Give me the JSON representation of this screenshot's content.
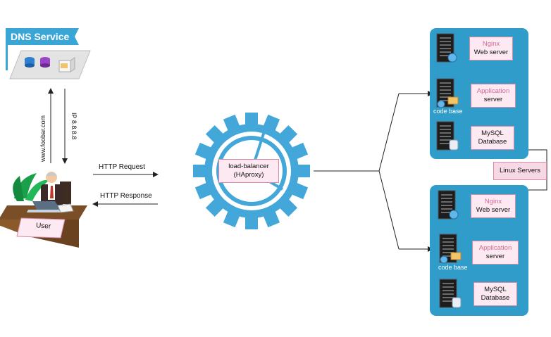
{
  "dns": {
    "title": "DNS Service"
  },
  "links": {
    "domain": "www.foobar.com",
    "ip": "IP 8.8.8.8",
    "request": "HTTP Request",
    "response": "HTTP Response"
  },
  "user": {
    "label": "User"
  },
  "load_balancer": {
    "line1": "load-balancer",
    "line2": "(HAproxy)"
  },
  "linux_servers": {
    "label": "Linux Servers"
  },
  "clusters": [
    {
      "web": {
        "title": "Nginx",
        "sub": "Web server"
      },
      "app": {
        "title": "Application",
        "sub": "server"
      },
      "code_base": "code base",
      "db": {
        "title": "MySQL",
        "sub": "Database"
      }
    },
    {
      "web": {
        "title": "Nginx",
        "sub": "Web server"
      },
      "app": {
        "title": "Application",
        "sub": "server"
      },
      "code_base": "code base",
      "db": {
        "title": "MySQL",
        "sub": "Database"
      }
    }
  ],
  "colors": {
    "accent": "#3aa6d6",
    "cluster": "#2f9cc9",
    "pink": "#fde9f1",
    "pink_text": "#d36a98",
    "gear": "#43a7da"
  }
}
